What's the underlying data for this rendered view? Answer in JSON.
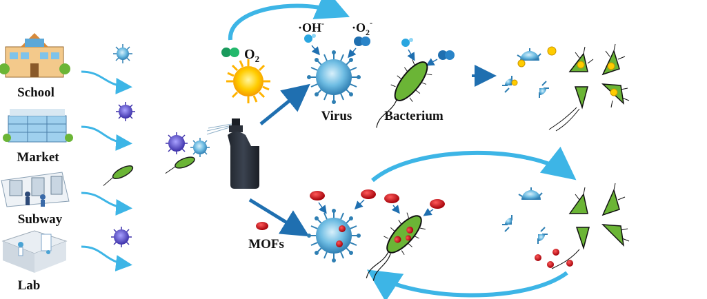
{
  "locations": [
    {
      "label": "School",
      "icon": "school-building-icon"
    },
    {
      "label": "Market",
      "icon": "market-building-icon"
    },
    {
      "label": "Subway",
      "icon": "subway-station-icon"
    },
    {
      "label": "Lab",
      "icon": "laboratory-icon"
    }
  ],
  "labels": {
    "o2": "O",
    "o2_sub": "2",
    "oh": "·OH",
    "oh_sup": "-",
    "superoxide": "·O",
    "superoxide_sub": "2",
    "superoxide_sup": "-",
    "virus": "Virus",
    "bacterium": "Bacterium",
    "mofs": "MOFs"
  },
  "colors": {
    "arrow_light": "#3db5e6",
    "arrow_dark": "#1f6fb0",
    "virus_blue": "#4aa3d4",
    "virus_purple": "#5a4fc4",
    "bacterium_green": "#6bb536",
    "mof_red": "#c8101a",
    "sun_yellow": "#ffcc00",
    "o2_green": "#1a9a5c",
    "spray_bottle": "#2e3440"
  },
  "icons": [
    "sun-icon",
    "spray-bottle-icon",
    "virus-icon",
    "bacterium-icon",
    "mof-particle-icon",
    "oxygen-molecule-icon",
    "hydroxyl-radical-icon",
    "superoxide-radical-icon"
  ]
}
